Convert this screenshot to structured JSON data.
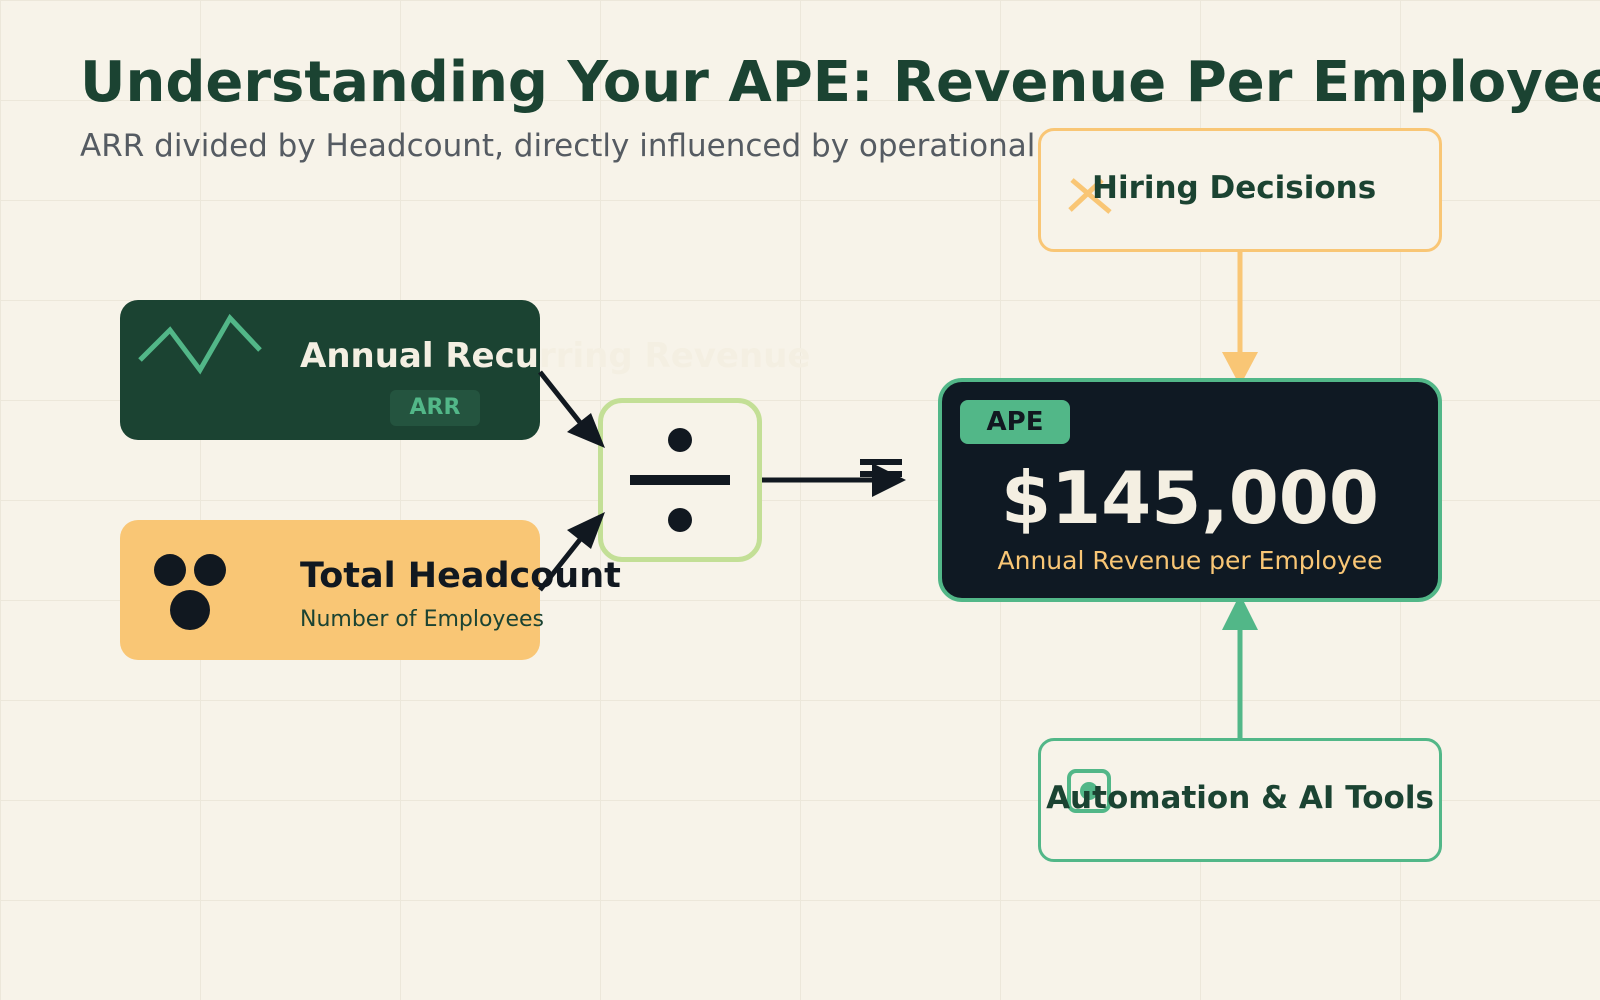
{
  "header": {
    "title": "Understanding Your APE: Revenue Per Employee",
    "subtitle": "ARR divided by Headcount, directly influenced by operational decisions"
  },
  "arr_card": {
    "label": "Annual Recurring Revenue",
    "badge": "ARR",
    "icon": "trend-line-icon"
  },
  "headcount_card": {
    "label": "Total Headcount",
    "sublabel": "Number of Employees",
    "icon": "people-icon"
  },
  "operator": {
    "divide_icon": "division-sign-icon",
    "equals_icon": "equals-sign-icon"
  },
  "ape_card": {
    "badge": "APE",
    "value": "$145,000",
    "sublabel": "Annual Revenue per Employee"
  },
  "influences": {
    "hiring": {
      "label": "Hiring Decisions",
      "icon": "tools-icon"
    },
    "automation": {
      "label": "Automation & AI Tools",
      "icon": "chip-icon"
    }
  },
  "colors": {
    "background": "#f7f3e9",
    "dark_green": "#1b4332",
    "accent_green": "#52b788",
    "amber": "#f9c675",
    "navy": "#0f1923",
    "light_green": "#c3df96"
  }
}
